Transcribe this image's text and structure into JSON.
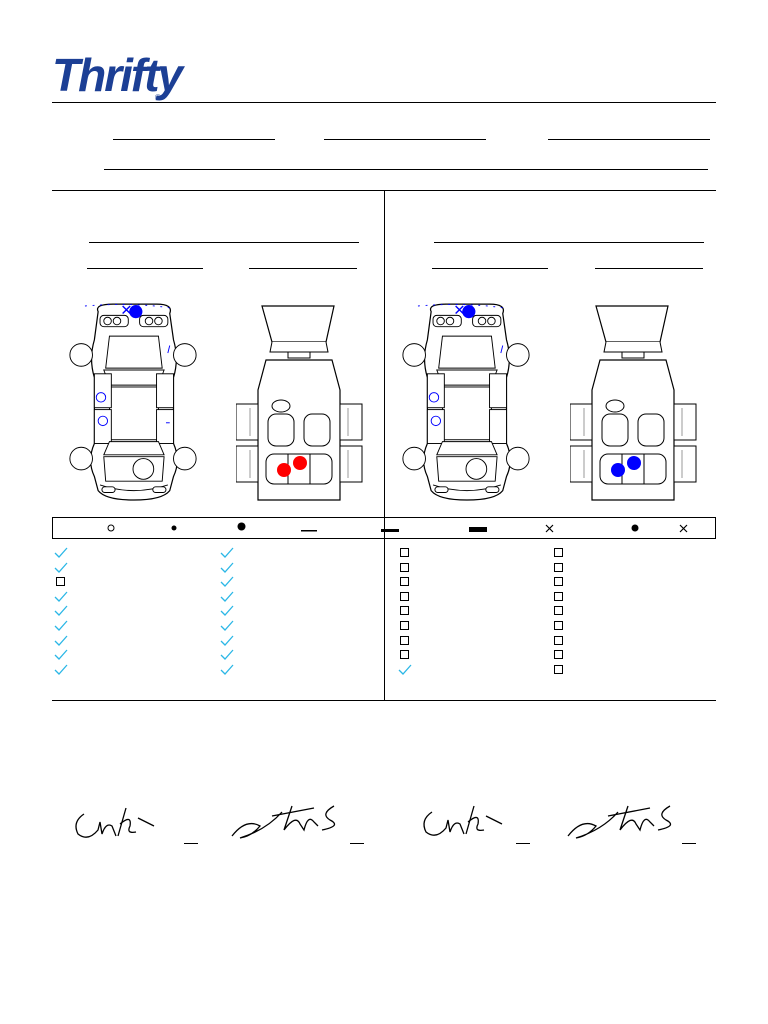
{
  "header": {
    "brand": "Thrifty",
    "registered_mark": "®"
  },
  "colors": {
    "brand_blue": "#1c3f95",
    "pen_blue": "#0000ff",
    "pen_red": "#ff0000",
    "check_cyan": "#2bb7e6"
  },
  "legend": {
    "symbols": [
      "circle-outline-small-icon",
      "dot-small-icon",
      "dot-medium-icon",
      "dash-short-icon",
      "dash-medium-icon",
      "dash-bold-icon",
      "cross-icon",
      "dot-medium-icon",
      "cross-icon"
    ]
  },
  "checklists": {
    "left_col1": [
      "check",
      "check",
      "box",
      "check",
      "check",
      "check",
      "check",
      "check",
      "check"
    ],
    "left_col2": [
      "check",
      "check",
      "check",
      "check",
      "check",
      "check",
      "check",
      "check",
      "check"
    ],
    "right_col1": [
      "box",
      "box",
      "box",
      "box",
      "box",
      "box",
      "box",
      "box",
      "check"
    ],
    "right_col2": [
      "box",
      "box",
      "box",
      "box",
      "box",
      "box",
      "box",
      "box",
      "box"
    ]
  }
}
